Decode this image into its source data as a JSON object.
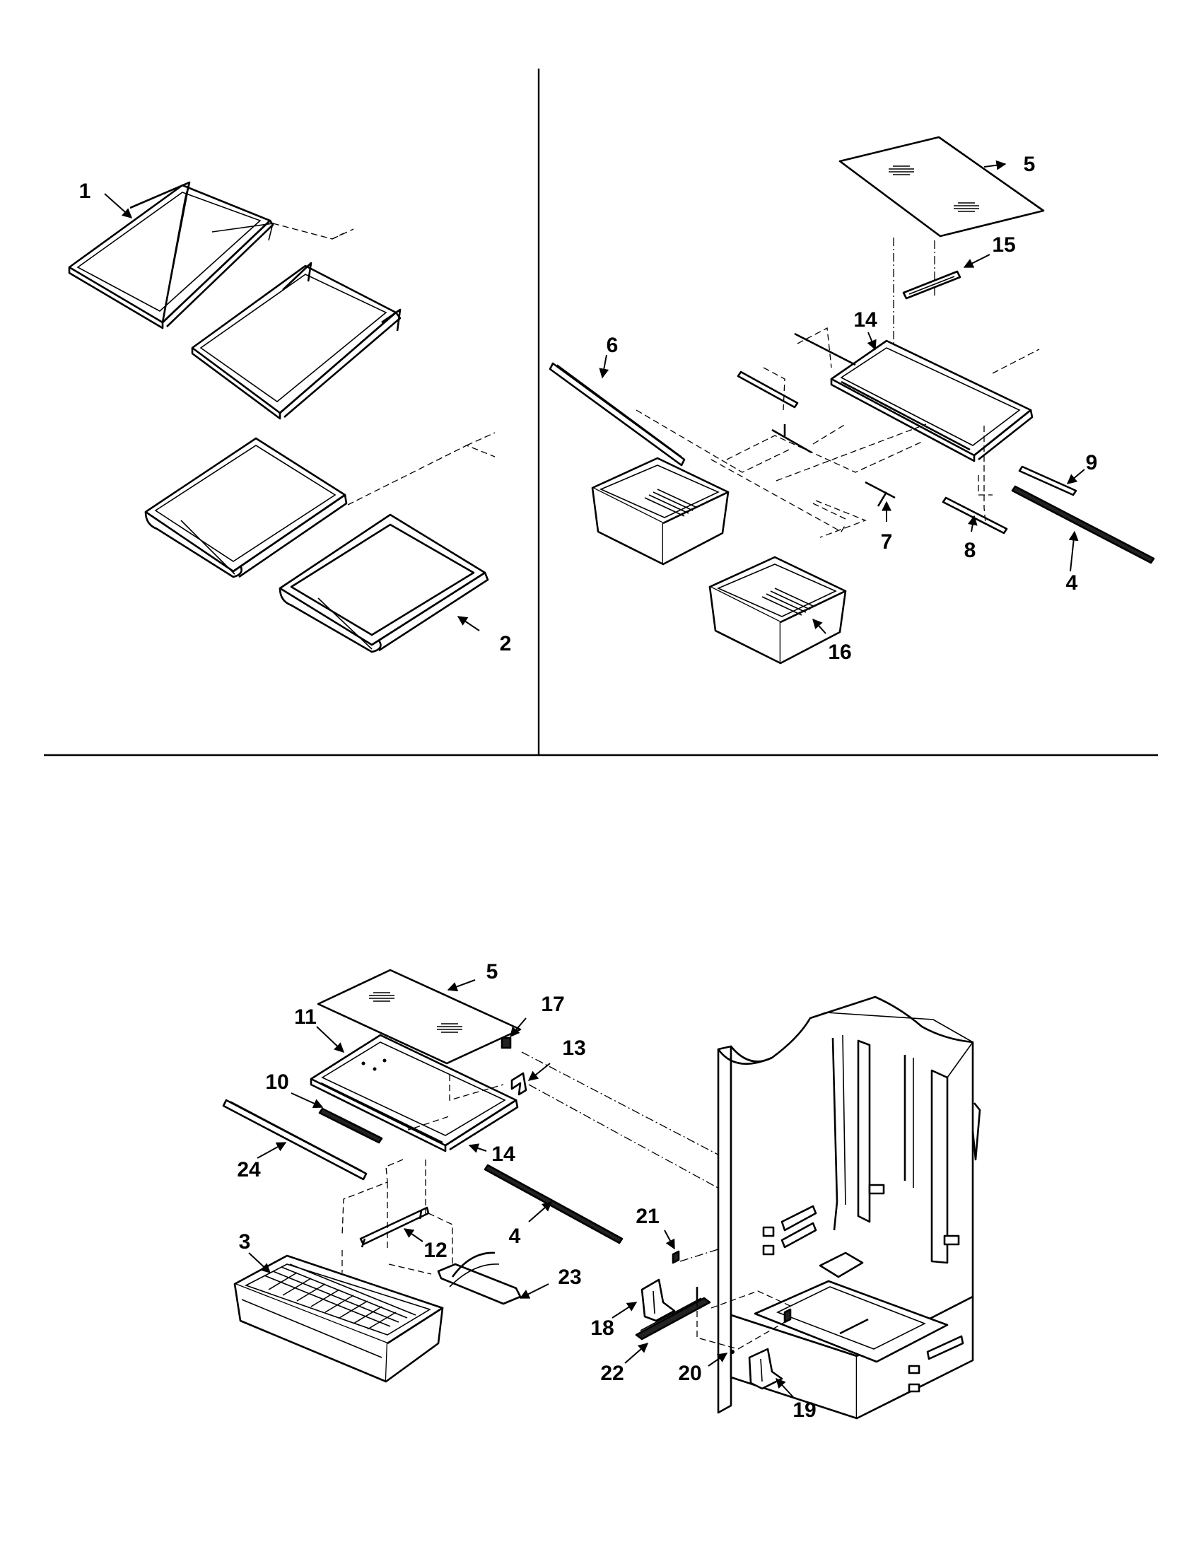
{
  "callouts": {
    "top_left": [
      "1",
      "2"
    ],
    "top_right": [
      "5",
      "15",
      "14",
      "6",
      "9",
      "7",
      "8",
      "4",
      "16"
    ],
    "bottom": [
      "5",
      "17",
      "13",
      "11",
      "10",
      "14",
      "24",
      "4",
      "21",
      "12",
      "3",
      "23",
      "18",
      "22",
      "20",
      "19"
    ]
  }
}
